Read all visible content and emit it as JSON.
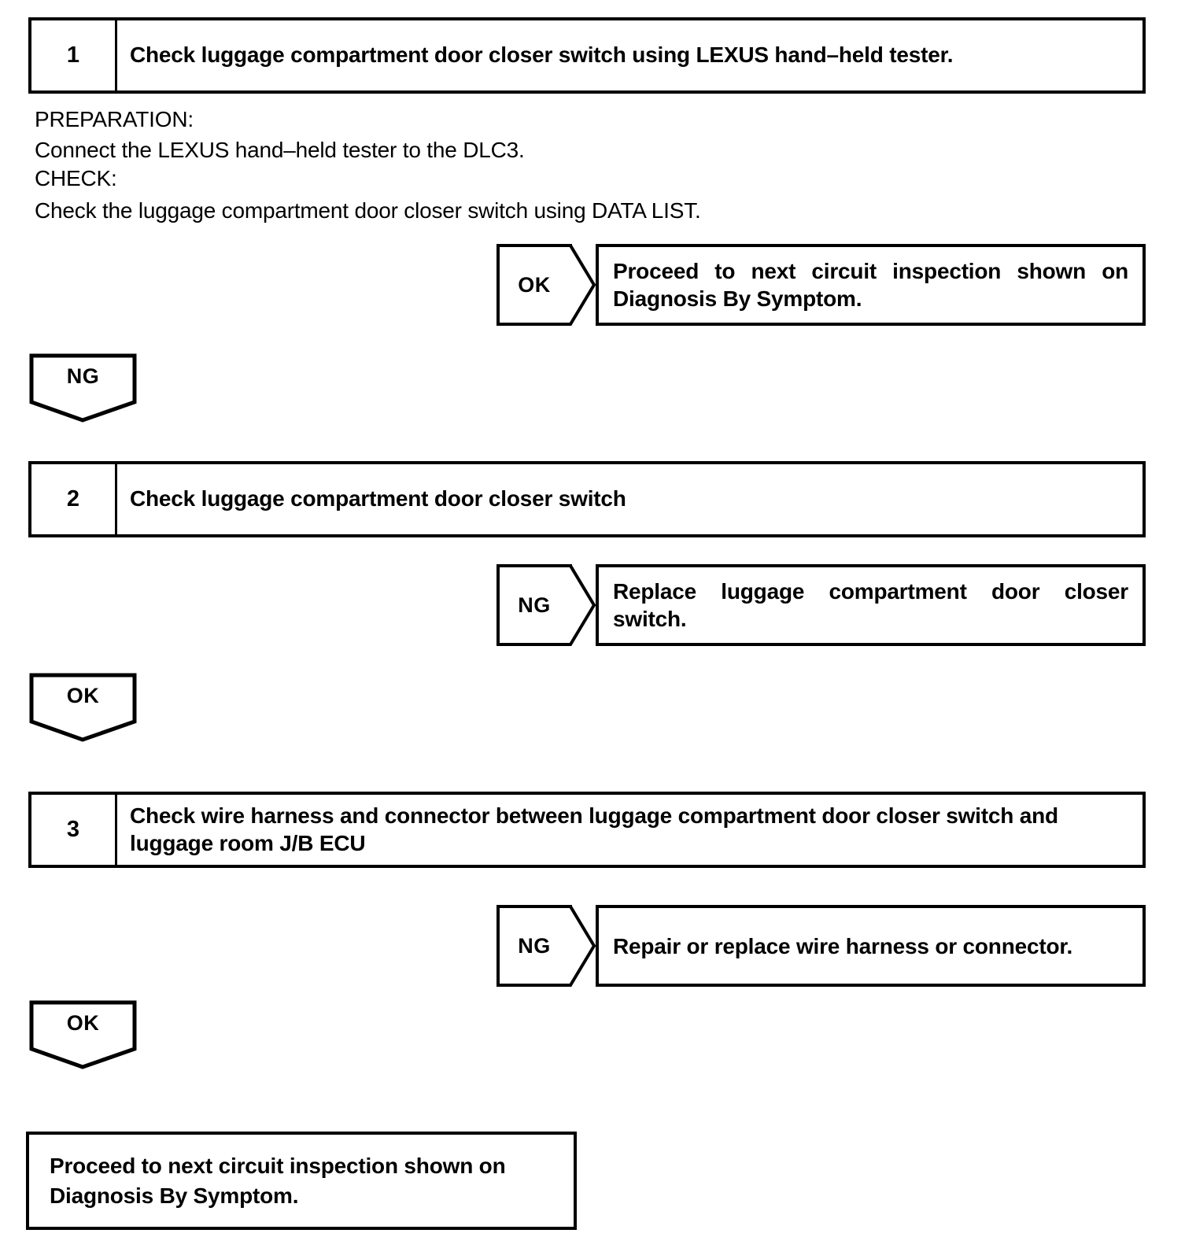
{
  "document": {
    "type": "diagnostic-flowchart",
    "ink_color": "#000000",
    "background_color": "#ffffff"
  },
  "steps": [
    {
      "number": "1",
      "title": "Check luggage compartment door closer switch using LEXUS hand–held tester."
    },
    {
      "number": "2",
      "title": "Check luggage compartment door closer switch"
    },
    {
      "number": "3",
      "title": "Check wire harness and connector between luggage compartment door closer switch and luggage room J/B ECU"
    }
  ],
  "notes": {
    "preparation_heading": "PREPARATION:",
    "preparation_body": "Connect the LEXUS hand–held tester to the DLC3.",
    "check_heading": "CHECK:",
    "check_body": "Check the luggage compartment door closer switch using DATA LIST."
  },
  "branches": {
    "step1_ok": {
      "label": "OK",
      "result": "Proceed to next circuit inspection shown on Diagnosis By Symptom."
    },
    "step1_ng": {
      "label": "NG"
    },
    "step2_ng": {
      "label": "NG",
      "result": "Replace luggage compartment door closer switch."
    },
    "step2_ok": {
      "label": "OK"
    },
    "step3_ng": {
      "label": "NG",
      "result": "Repair or replace wire harness or connector."
    },
    "step3_ok": {
      "label": "OK"
    }
  },
  "conclusion": {
    "text": "Proceed to next circuit inspection shown on Diagnosis By Symptom."
  }
}
